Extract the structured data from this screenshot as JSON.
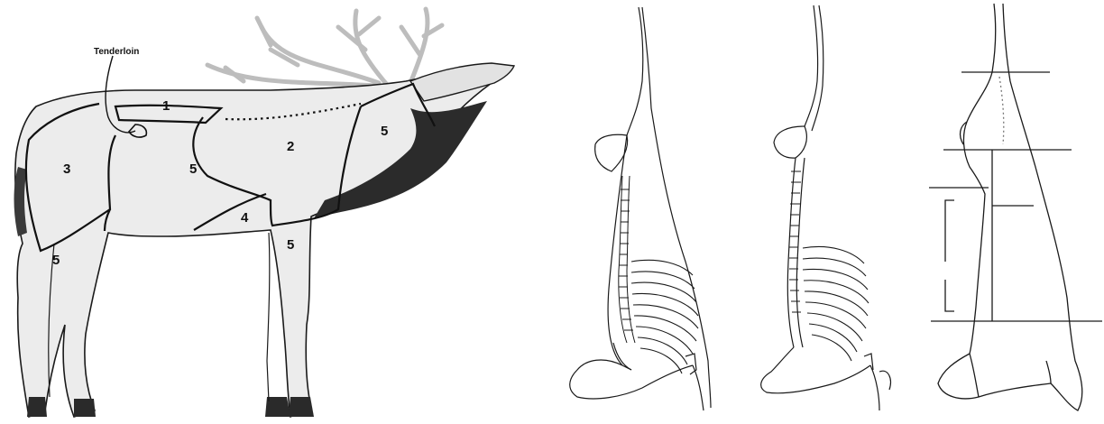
{
  "elk_diagram": {
    "callout_label": "Tenderloin",
    "labels": {
      "rear_loin": "1",
      "hindquarter": "3",
      "mid_body": "5",
      "shoulder": "2",
      "neck": "5",
      "brisket": "4",
      "front_leg": "5",
      "hind_leg": "5"
    }
  },
  "colors": {
    "ink": "#1a1a1a",
    "shade": "#e9e9e9",
    "mane": "#2b2b2b",
    "pencil": "#777777"
  }
}
